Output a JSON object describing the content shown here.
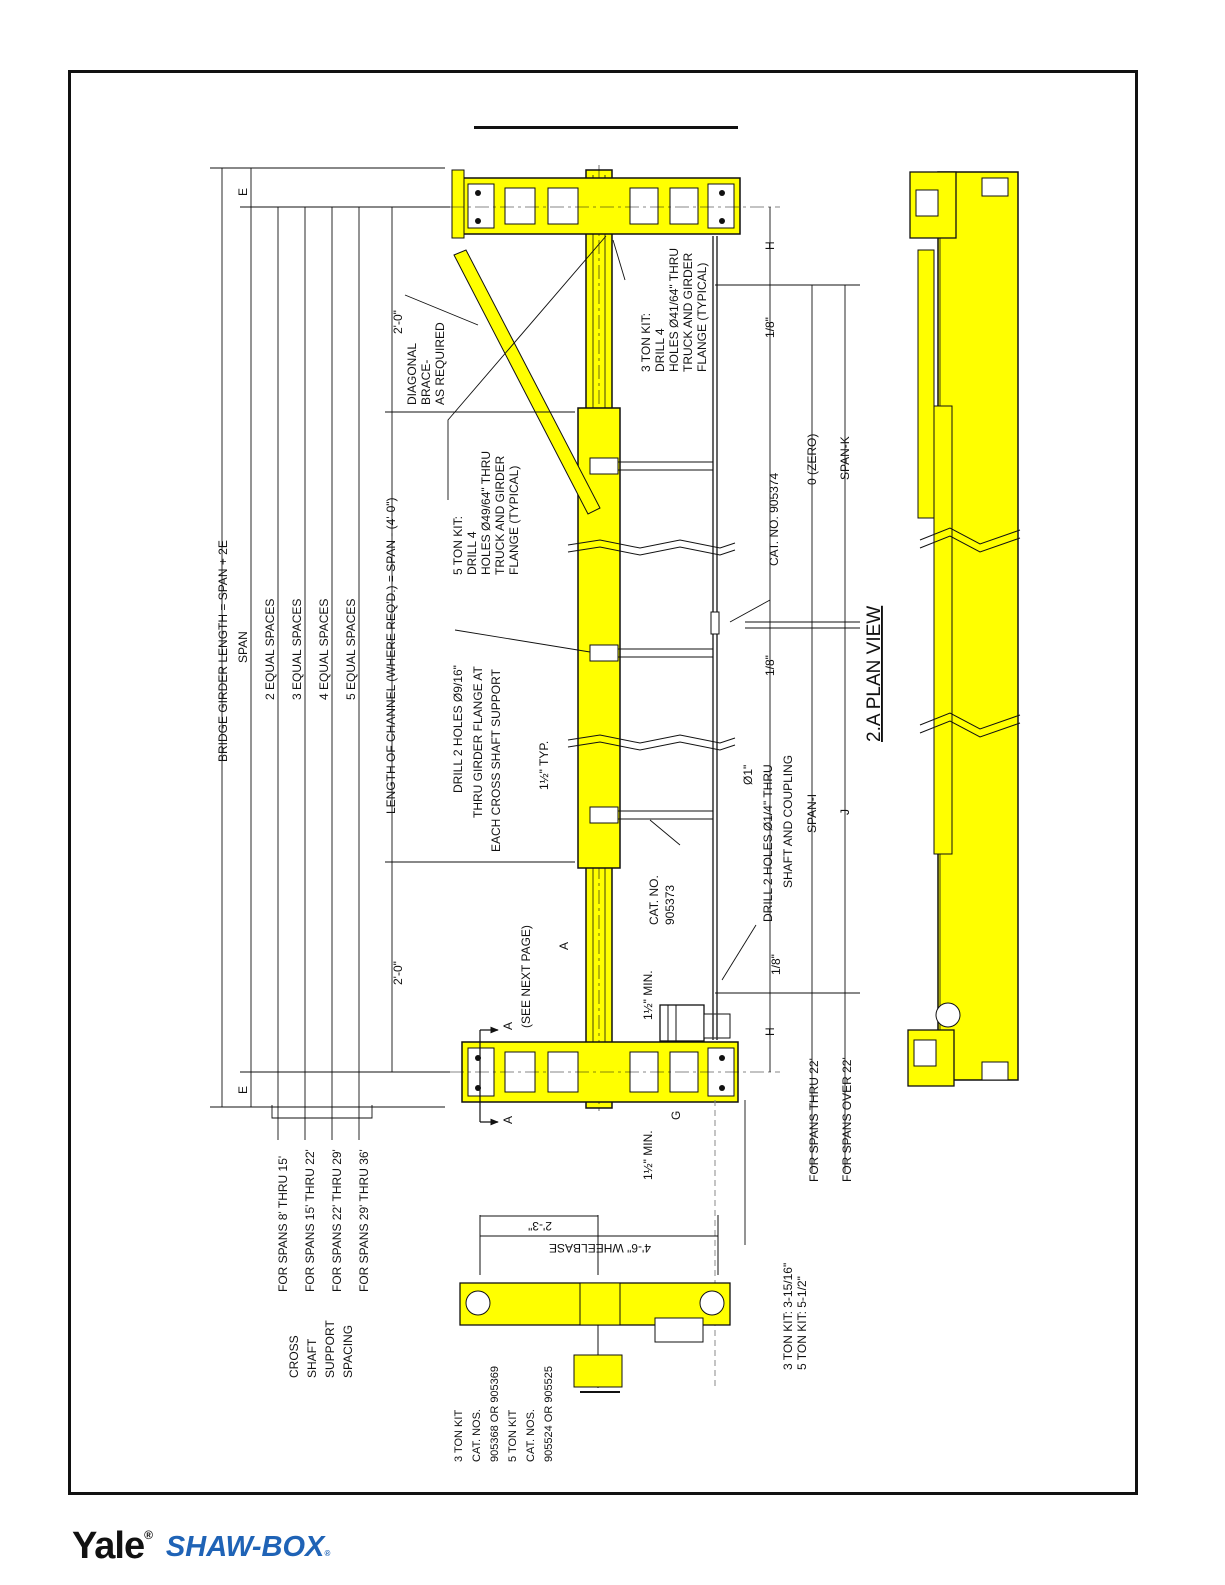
{
  "colors": {
    "structure": "#ffff00",
    "line": "#111111",
    "brand_blue": "#1f63b6"
  },
  "view_title": "2.A PLAN VIEW",
  "labels": {
    "bridge_girder_length": "BRIDGE GIRDER LENGTH = SPAN + 2E",
    "span": "SPAN",
    "spaces_2": "2 EQUAL SPACES",
    "spaces_3": "3 EQUAL SPACES",
    "spaces_4": "4 EQUAL SPACES",
    "spaces_5": "5 EQUAL SPACES",
    "e_top": "E",
    "e_bottom": "E",
    "channel_length": "LENGTH OF CHANNEL (WHERE REQ'D.) = SPAN - (4'-0\")",
    "two_ft_top": "2'-0\"",
    "two_ft_bottom": "2'-0\"",
    "diagonal_brace": [
      "DIAGONAL",
      "BRACE-",
      "AS REQUIRED"
    ],
    "five_ton_kit": [
      "5 TON KIT:",
      "DRILL 4",
      "HOLES Ø49/64\" THRU",
      "TRUCK AND GIRDER",
      "FLANGE (TYPICAL)"
    ],
    "three_ton_kit": [
      "3 TON KIT:",
      "DRILL 4",
      "HOLES Ø41/64\" THRU",
      "TRUCK AND GIRDER",
      "FLANGE (TYPICAL)"
    ],
    "drill_2_holes_916": [
      "DRILL 2 HOLES Ø9/16\"",
      "THRU GIRDER FLANGE AT",
      "EACH CROSS SHAFT SUPPORT"
    ],
    "typ_1_half": "1½\" TYP.",
    "cat_905373": [
      "CAT. NO.",
      "905373"
    ],
    "cat_905374": "CAT. NO. 905374",
    "section_a": "A",
    "see_next_page": "(SEE NEXT PAGE)",
    "a_top": "A",
    "a_bottom": "A",
    "min_1_half_top": "1½\" MIN.",
    "min_1_half_bottom": "1½\" MIN.",
    "g": "G",
    "h_top": "H",
    "h_bottom": "H",
    "eighth_top": "1/8\"",
    "eighth_mid": "1/8\"",
    "eighth_bottom": "1/8\"",
    "zero": "0 (ZERO)",
    "span_k": "SPAN-K",
    "span_i": "SPAN-I",
    "j": "J",
    "dia_1": "Ø1\"",
    "drill_2_holes_14": [
      "DRILL 2 HOLES Ø1/4\" THRU",
      "SHAFT AND COUPLING"
    ],
    "spans_thru_22": "FOR SPANS THRU 22'",
    "spans_over_22": "FOR SPANS OVER 22'",
    "wheelbase": "4'-6\" WHEELBASE",
    "half_wheelbase": "2'-3\"",
    "kit_offsets": [
      "3 TON KIT: 3-15/16\"",
      "5 TON KIT: 5-1/2\""
    ],
    "cross_shaft": [
      "CROSS",
      "SHAFT",
      "SUPPORT",
      "SPACING"
    ],
    "spans_ranges": [
      "FOR SPANS 8' THRU 15'",
      "FOR SPANS 15' THRU 22'",
      "FOR SPANS 22' THRU 29'",
      "FOR SPANS 29' THRU 36'"
    ],
    "end_truck_cats": [
      "3 TON KIT",
      "CAT. NOS.",
      "905368 OR 905369",
      "5 TON KIT",
      "CAT. NOS.",
      "905524 OR 905525"
    ]
  },
  "footer": {
    "brand_primary": "Yale",
    "brand_mark": "®",
    "brand_secondary": "SHAW-BOX",
    "brand_secondary_mark": "®"
  }
}
